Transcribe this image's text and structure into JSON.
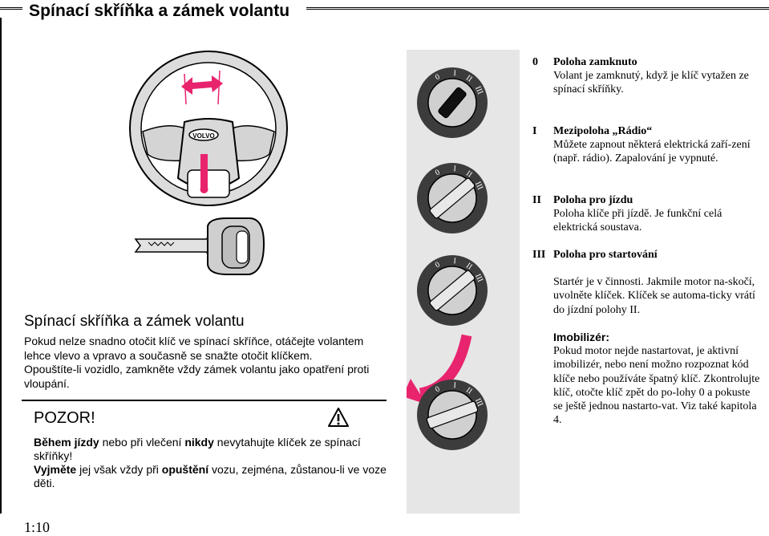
{
  "page_title": "Spínací skříňka a zámek volantu",
  "page_number": "1:10",
  "section": {
    "title": "Spínací skříňka a zámek volantu",
    "text": [
      "Pokud nelze snadno otočit klíč ve spínací skříňce, otáčejte volantem",
      "lehce vlevo a vpravo a současně se snažte otočit klíčkem.",
      "Opouštíte-li vozidlo, zamkněte vždy zámek volantu jako opatření proti",
      "vloupání."
    ]
  },
  "warning": {
    "title": "POZOR!",
    "line1_b1": "Během jízdy",
    "line1_t1": " nebo při vlečení ",
    "line1_b2": "nikdy",
    "line1_t2": " nevytahujte klíček ze spínací skříňky!",
    "line2_b1": "Vyjměte",
    "line2_t1": " jej však vždy při ",
    "line2_b2": "opuštění",
    "line2_t2": " vozu, zejména, zůstanou-li ve voze děti."
  },
  "steering_wheel_logo": "VOLVO",
  "dial_labels": [
    "0",
    "I",
    "II",
    "III"
  ],
  "positions": [
    {
      "num": "0",
      "title": "Poloha zamknuto",
      "desc": "Volant je zamknutý, když je klíč vytažen ze spínací skříňky."
    },
    {
      "num": "I",
      "title": "Mezipoloha „Rádio“",
      "desc": "Můžete zapnout některá elektrická zaří-zení (např. rádio). Zapalování je vypnuté."
    },
    {
      "num": "II",
      "title": "Poloha pro jízdu",
      "desc": "Poloha klíče při jízdě. Je funkční celá elektrická soustava."
    },
    {
      "num": "III",
      "title": "Poloha pro startování",
      "desc": ""
    }
  ],
  "start_text": "Startér je v činnosti. Jakmile motor na-skočí, uvolněte klíček. Klíček se automa-ticky vrátí do jízdní polohy II.",
  "immobilizer": {
    "title": "Imobilizér:",
    "text": "Pokud motor nejde nastartovat, je aktivní imobilizér, nebo není možno rozpoznat kód klíče nebo používáte špatný klíč. Zkontrolujte klíč, otočte klíč zpět do po-lohy 0 a pokuste se ještě jednou nastarto-vat. Viz také kapitola 4."
  },
  "colors": {
    "accent": "#e8246f",
    "panel": "#e6e6e6",
    "wheel": "#d9d9d9"
  }
}
